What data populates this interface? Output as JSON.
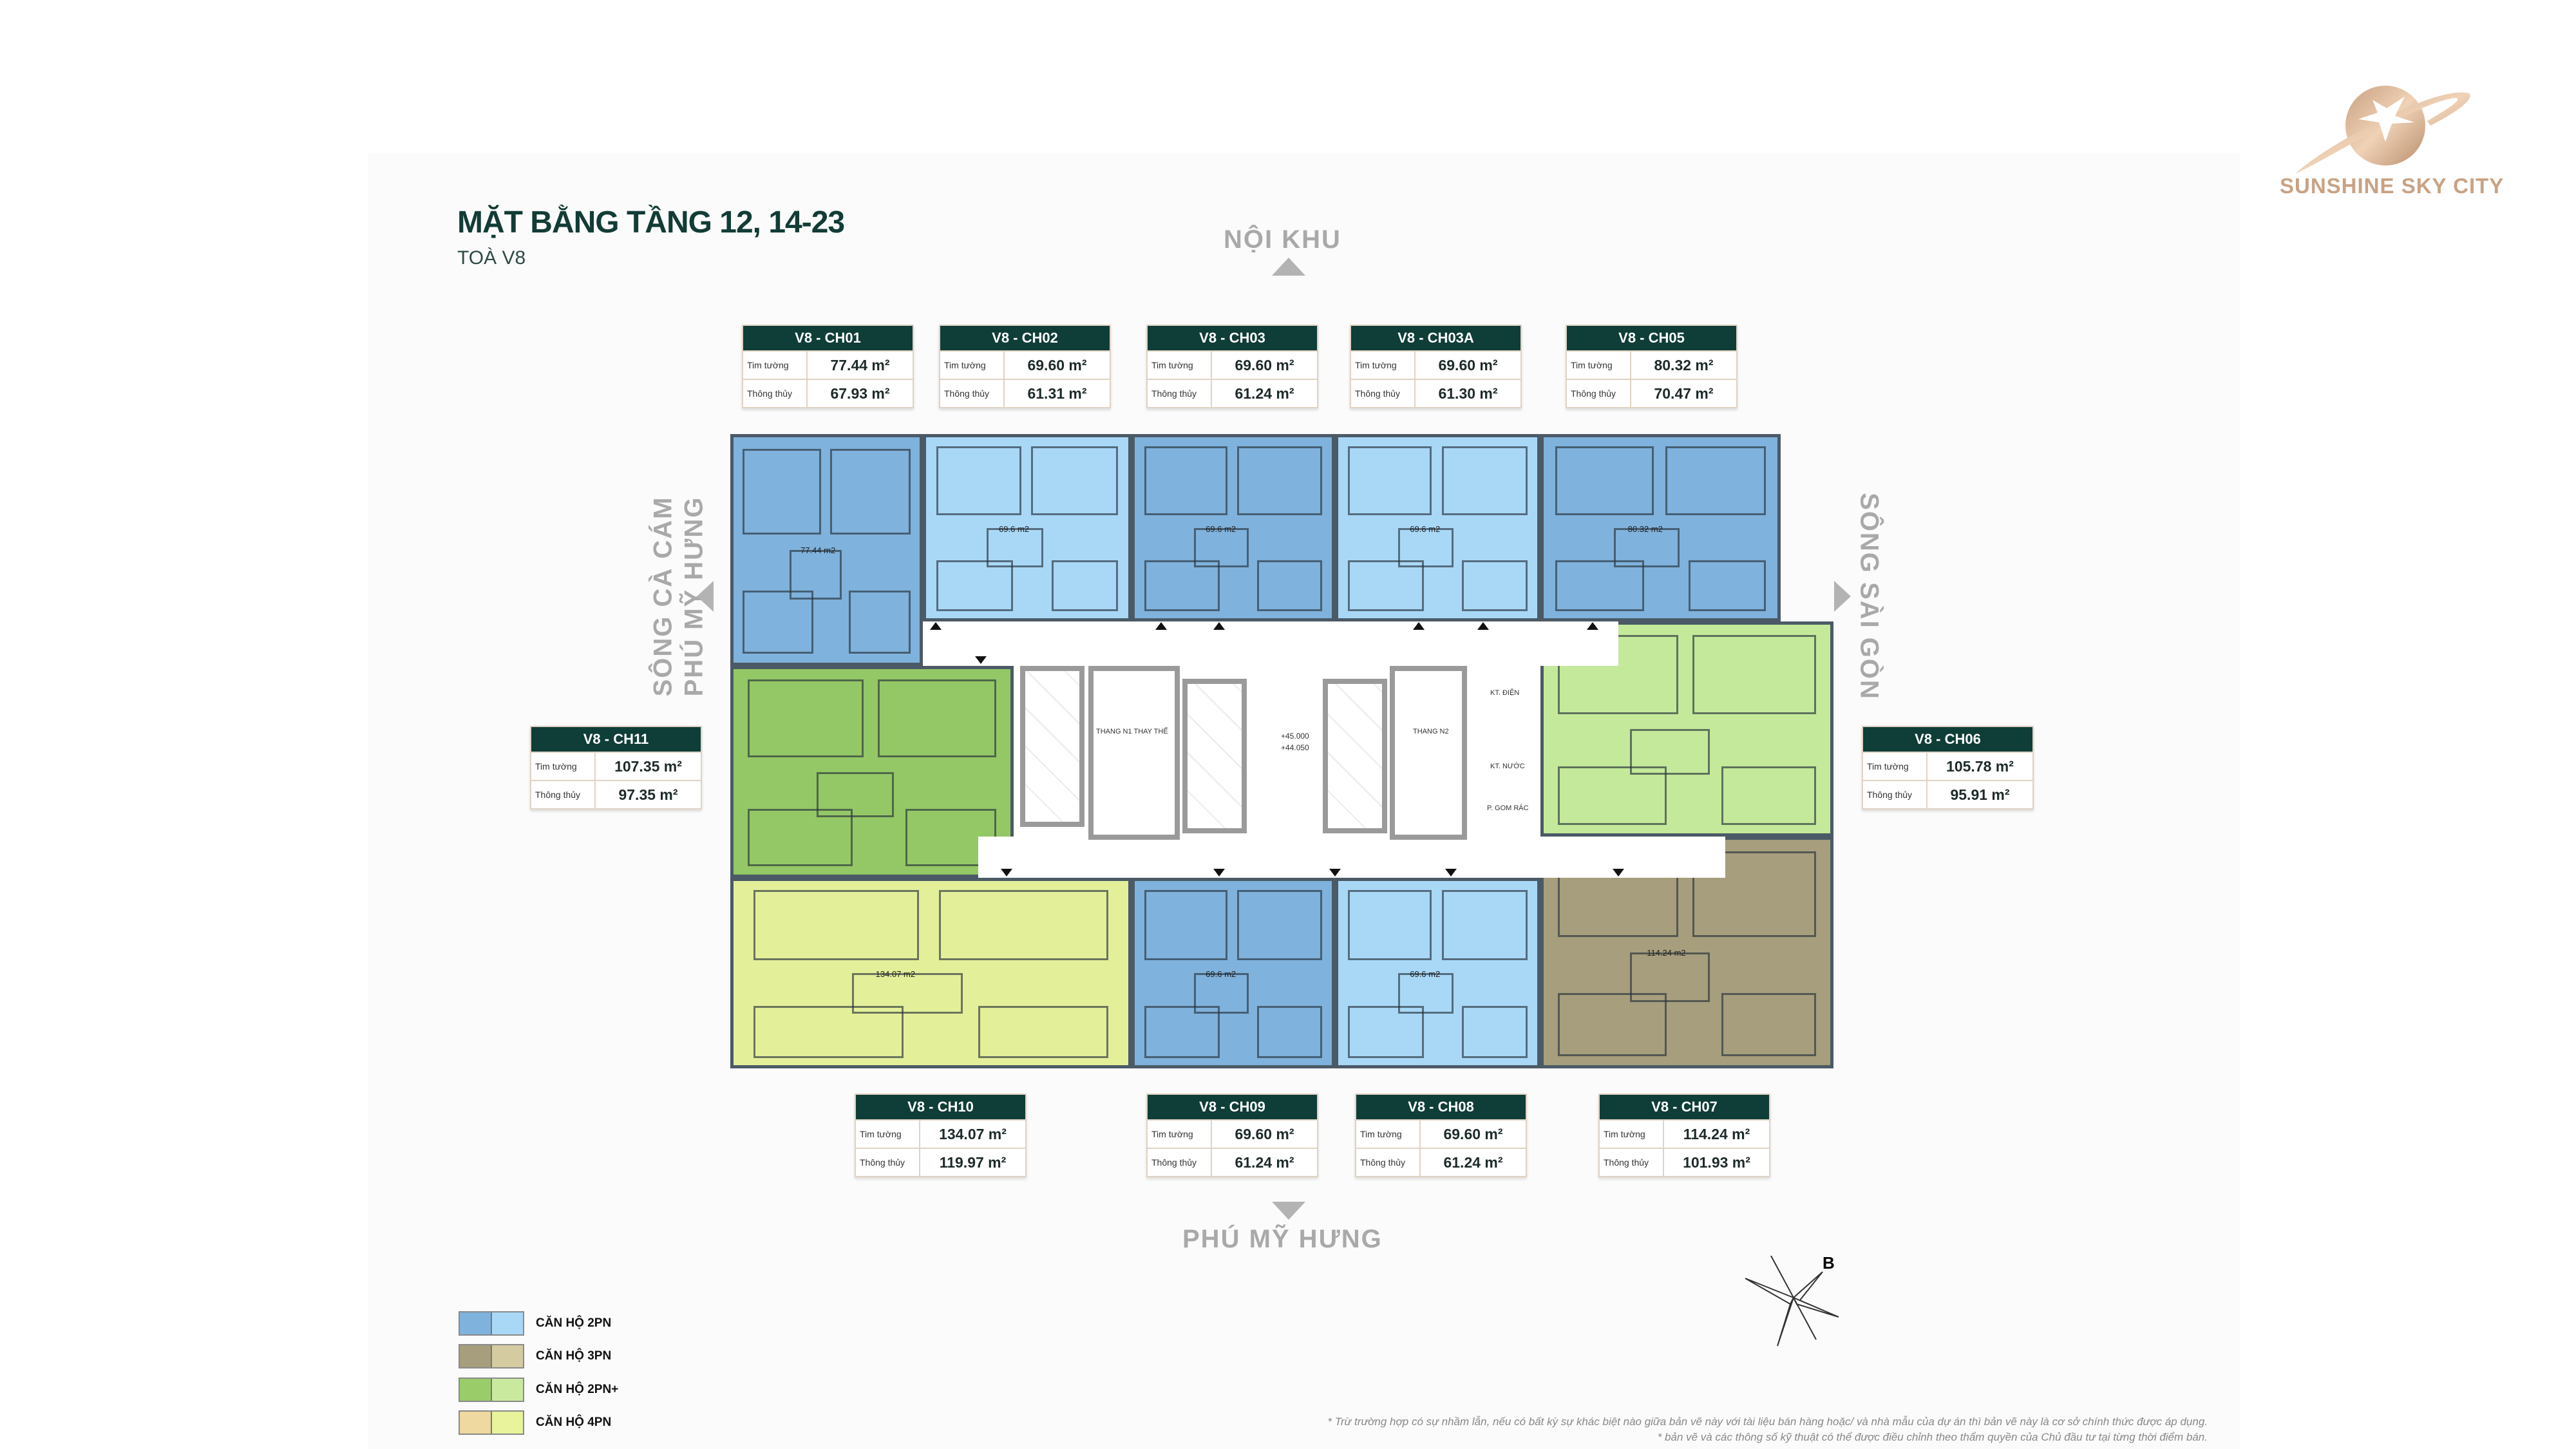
{
  "header": {
    "title": "MẶT BẰNG TẦNG 12, 14-23",
    "subtitle": "TOÀ V8"
  },
  "brand": {
    "logo_text": "SUNSHINE SKY CITY"
  },
  "directions": {
    "top": "NỘI KHU",
    "bottom": "PHÚ MỸ HƯNG",
    "left_line1": "SÔNG CÀ CÁM",
    "left_line2": "PHÚ MỸ HƯNG",
    "right": "SÔNG SÀI GÒN"
  },
  "labels": {
    "wall_center": "Tim tường",
    "clear_area": "Thông thủy"
  },
  "units": [
    {
      "id": "V8 - CH01",
      "tim_tuong": "77.44 m²",
      "thong_thuy": "67.93 m²",
      "type": "2PN",
      "plan_area": "77.44 m2"
    },
    {
      "id": "V8 - CH02",
      "tim_tuong": "69.60 m²",
      "thong_thuy": "61.31 m²",
      "type": "2PN",
      "plan_area": "69.6 m2"
    },
    {
      "id": "V8 - CH03",
      "tim_tuong": "69.60 m²",
      "thong_thuy": "61.24 m²",
      "type": "2PN",
      "plan_area": "69.6 m2"
    },
    {
      "id": "V8 - CH03A",
      "tim_tuong": "69.60 m²",
      "thong_thuy": "61.30 m²",
      "type": "2PN",
      "plan_area": "69.6 m2"
    },
    {
      "id": "V8 - CH05",
      "tim_tuong": "80.32 m²",
      "thong_thuy": "70.47 m²",
      "type": "2PN",
      "plan_area": "80.32 m2"
    },
    {
      "id": "V8 - CH06",
      "tim_tuong": "105.78 m²",
      "thong_thuy": "95.91 m²",
      "type": "2PN+",
      "plan_area": ""
    },
    {
      "id": "V8 - CH07",
      "tim_tuong": "114.24 m²",
      "thong_thuy": "101.93 m²",
      "type": "3PN",
      "plan_area": "114.24 m2"
    },
    {
      "id": "V8 - CH08",
      "tim_tuong": "69.60 m²",
      "thong_thuy": "61.24 m²",
      "type": "2PN",
      "plan_area": "69.6 m2"
    },
    {
      "id": "V8 - CH09",
      "tim_tuong": "69.60 m²",
      "thong_thuy": "61.24 m²",
      "type": "2PN",
      "plan_area": "69.6 m2"
    },
    {
      "id": "V8 - CH10",
      "tim_tuong": "134.07 m²",
      "thong_thuy": "119.97 m²",
      "type": "4PN",
      "plan_area": "134.07 m2"
    },
    {
      "id": "V8 - CH11",
      "tim_tuong": "107.35 m²",
      "thong_thuy": "97.35 m²",
      "type": "2PN+",
      "plan_area": ""
    }
  ],
  "core": {
    "stair_left": "THANG N1 THAY THẾ",
    "stair_right": "THANG N2",
    "level_top": "+45.000",
    "level_bottom": "+44.050",
    "elec": "KT. ĐIỆN",
    "water": "KT. NƯỚC",
    "trash": "P. GOM RÁC"
  },
  "compass": {
    "north_label": "B"
  },
  "legend": [
    {
      "label": "CĂN HỘ 2PN",
      "dark": "#7fb2dc",
      "light": "#a9d8f7"
    },
    {
      "label": "CĂN HỘ 3PN",
      "dark": "#a69e7c",
      "light": "#d5cba0"
    },
    {
      "label": "CĂN HỘ 2PN+",
      "dark": "#9acd6a",
      "light": "#c9ea9e"
    },
    {
      "label": "CĂN HỘ 4PN",
      "dark": "#efd9a0",
      "light": "#e8f39c"
    }
  ],
  "notes": [
    "* Trừ trường hợp có sự nhầm lẫn, nếu có bất kỳ sự khác biệt nào giữa bản vẽ này với tài liệu bán hàng hoặc/ và nhà mẫu của dự án thì bản vẽ này là cơ sở chính thức được áp dụng.",
    "* bản vẽ và các thông số kỹ thuật có thể được điều chỉnh theo thẩm quyền của Chủ đầu tư tại từng thời điểm bán."
  ],
  "colors": {
    "header_bg": "#0f3d38",
    "blue_dark": "#7fb2dc",
    "blue_light": "#a9d8f7",
    "green_dark": "#94c866",
    "green_light": "#c4e99a",
    "brown": "#a69e7c",
    "yellow": "#e4ef9a"
  }
}
